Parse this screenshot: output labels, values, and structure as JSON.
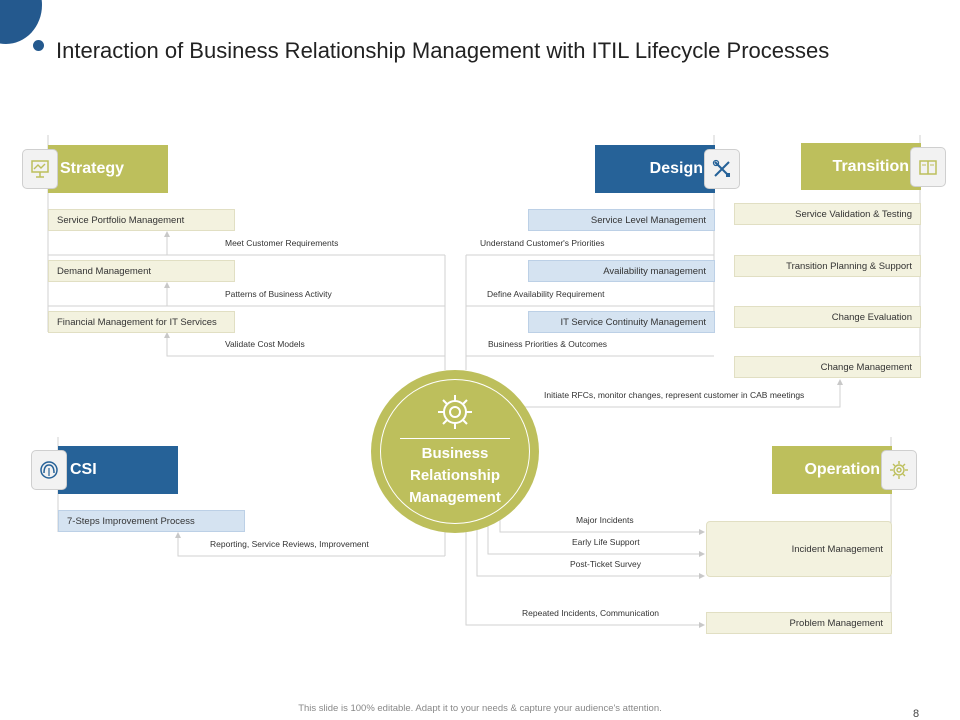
{
  "title": "Interaction of Business Relationship Management with ITIL Lifecycle Processes",
  "center": {
    "label": "Business Relationship Management",
    "icon": "gear-icon"
  },
  "strategy": {
    "header": "Strategy",
    "icon": "presentation-icon",
    "items": [
      "Service Portfolio Management",
      "Demand Management",
      "Financial Management for IT Services"
    ],
    "links": [
      "Meet Customer Requirements",
      "Patterns of Business Activity",
      "Validate Cost Models"
    ]
  },
  "design": {
    "header": "Design",
    "icon": "tools-icon",
    "items": [
      "Service Level Management",
      "Availability management",
      "IT Service Continuity Management"
    ],
    "links": [
      "Understand Customer's Priorities",
      "Define Availability Requirement",
      "Business Priorities & Outcomes"
    ]
  },
  "transition": {
    "header": "Transition",
    "icon": "book-icon",
    "items": [
      "Service Validation & Testing",
      "Transition Planning & Support",
      "Change Evaluation",
      "Change Management"
    ],
    "link": "Initiate RFCs, monitor changes, represent customer in CAB meetings"
  },
  "csi": {
    "header": "CSI",
    "icon": "cycle-icon",
    "items": [
      "7-Steps Improvement Process"
    ],
    "links": [
      "Reporting, Service Reviews, Improvement"
    ]
  },
  "operation": {
    "header": "Operation",
    "icon": "cogs-icon",
    "items": [
      "Incident Management",
      "Problem Management"
    ],
    "links": [
      "Major Incidents",
      "Early Life Support",
      "Post-Ticket Survey",
      "Repeated Incidents, Communication"
    ]
  },
  "footer": "This slide is 100% editable. Adapt it to your needs & capture your audience's attention.",
  "page_number": "8",
  "colors": {
    "olive": "#bdbf5c",
    "blue": "#266298",
    "beige": "#f3f2df",
    "light_blue": "#d5e3f1"
  }
}
